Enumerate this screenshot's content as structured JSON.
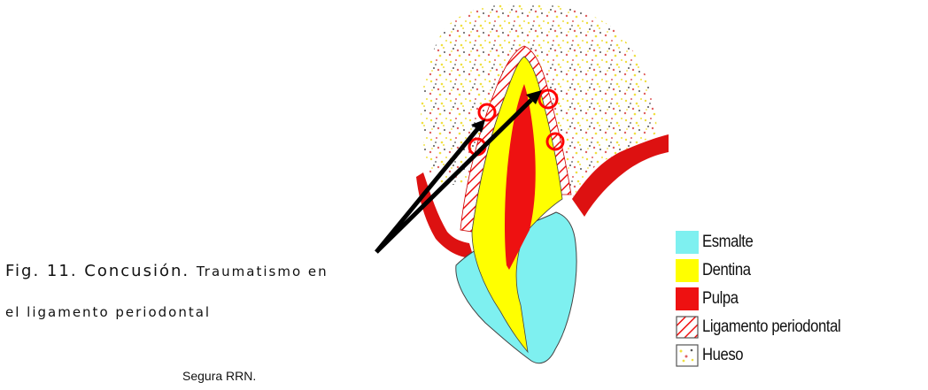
{
  "figure": {
    "number": "Fig. 11.",
    "title": "Concusión.",
    "caption_rest": "Traumatismo en",
    "caption_line2": "el ligamento periodontal",
    "credit": "Segura RRN."
  },
  "legend": [
    {
      "label": "Esmalte",
      "color": "#7ef0f0",
      "icon": "solid-swatch"
    },
    {
      "label": "Dentina",
      "color": "#ffff00",
      "icon": "solid-swatch"
    },
    {
      "label": "Pulpa",
      "color": "#ee1111",
      "icon": "solid-swatch"
    },
    {
      "label": "Ligamento periodontal",
      "color": "#ee1111",
      "icon": "hatched-swatch"
    },
    {
      "label": "Hueso",
      "color": "#e8e060",
      "icon": "speckled-swatch"
    }
  ],
  "colors": {
    "enamel": "#7ef0f0",
    "dentin": "#ffff00",
    "pulp": "#ee1111",
    "gingiva": "#dd1111",
    "ligament": "#ee1111",
    "bone_speckle_yellow": "#f0e040",
    "bone_speckle_red": "#e06060",
    "bone_speckle_dark": "#555555",
    "arrow": "#000000",
    "marker": "#ff0000"
  }
}
